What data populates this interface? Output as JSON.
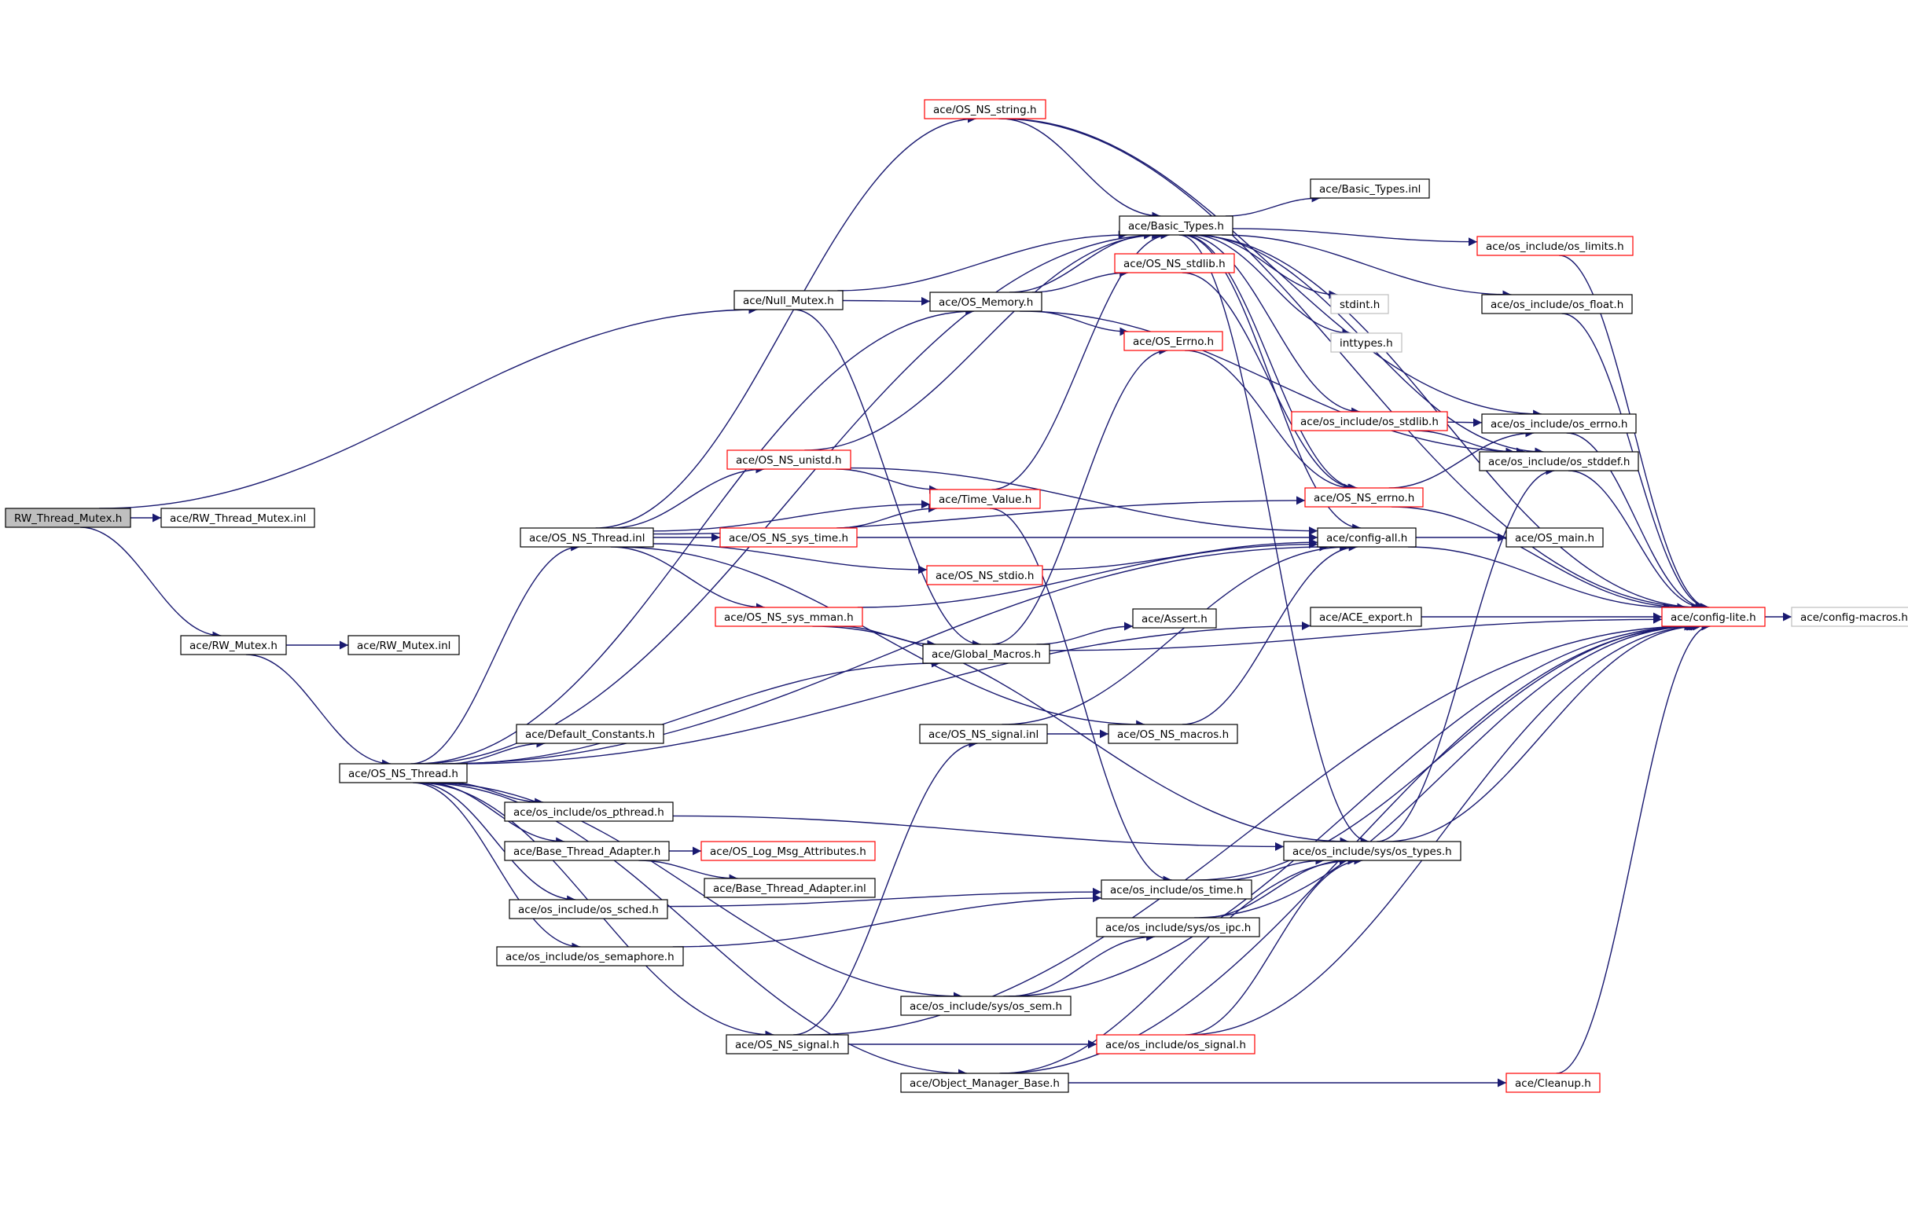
{
  "graph_title": "",
  "colors": {
    "edge": "#191970",
    "border_normal": "#000000",
    "border_truncated": "#ff0000",
    "border_external": "#bfbfbf",
    "root_fill": "#bfbfbf",
    "node_fill": "#ffffff"
  },
  "nodes": [
    {
      "id": "rw_thread_mutex_h",
      "label": "RW_Thread_Mutex.h",
      "style": "root"
    },
    {
      "id": "rw_thread_mutex_inl",
      "label": "ace/RW_Thread_Mutex.inl",
      "style": "normal"
    },
    {
      "id": "rw_mutex_h",
      "label": "ace/RW_Mutex.h",
      "style": "normal"
    },
    {
      "id": "rw_mutex_inl",
      "label": "ace/RW_Mutex.inl",
      "style": "normal"
    },
    {
      "id": "os_ns_thread_h",
      "label": "ace/OS_NS_Thread.h",
      "style": "normal"
    },
    {
      "id": "os_ns_thread_inl",
      "label": "ace/OS_NS_Thread.inl",
      "style": "normal"
    },
    {
      "id": "null_mutex_h",
      "label": "ace/Null_Mutex.h",
      "style": "normal"
    },
    {
      "id": "os_ns_string_h",
      "label": "ace/OS_NS_string.h",
      "style": "truncated"
    },
    {
      "id": "basic_types_h",
      "label": "ace/Basic_Types.h",
      "style": "normal"
    },
    {
      "id": "basic_types_inl",
      "label": "ace/Basic_Types.inl",
      "style": "normal"
    },
    {
      "id": "os_ns_stdlib_h",
      "label": "ace/OS_NS_stdlib.h",
      "style": "truncated"
    },
    {
      "id": "os_memory_h",
      "label": "ace/OS_Memory.h",
      "style": "normal"
    },
    {
      "id": "os_errno_h",
      "label": "ace/OS_Errno.h",
      "style": "truncated"
    },
    {
      "id": "stdint_h",
      "label": "stdint.h",
      "style": "external"
    },
    {
      "id": "inttypes_h",
      "label": "inttypes.h",
      "style": "external"
    },
    {
      "id": "os_limits_h",
      "label": "ace/os_include/os_limits.h",
      "style": "truncated"
    },
    {
      "id": "os_float_h",
      "label": "ace/os_include/os_float.h",
      "style": "normal"
    },
    {
      "id": "os_stdlib_h",
      "label": "ace/os_include/os_stdlib.h",
      "style": "truncated"
    },
    {
      "id": "os_errno_inc_h",
      "label": "ace/os_include/os_errno.h",
      "style": "normal"
    },
    {
      "id": "os_stddef_h",
      "label": "ace/os_include/os_stddef.h",
      "style": "normal"
    },
    {
      "id": "os_ns_errno_h",
      "label": "ace/OS_NS_errno.h",
      "style": "truncated"
    },
    {
      "id": "os_ns_unistd_h",
      "label": "ace/OS_NS_unistd.h",
      "style": "truncated"
    },
    {
      "id": "time_value_h",
      "label": "ace/Time_Value.h",
      "style": "truncated"
    },
    {
      "id": "os_ns_sys_time_h",
      "label": "ace/OS_NS_sys_time.h",
      "style": "truncated"
    },
    {
      "id": "config_all_h",
      "label": "ace/config-all.h",
      "style": "normal"
    },
    {
      "id": "os_main_h",
      "label": "ace/OS_main.h",
      "style": "normal"
    },
    {
      "id": "os_ns_stdio_h",
      "label": "ace/OS_NS_stdio.h",
      "style": "truncated"
    },
    {
      "id": "os_ns_sys_mman_h",
      "label": "ace/OS_NS_sys_mman.h",
      "style": "truncated"
    },
    {
      "id": "assert_h",
      "label": "ace/Assert.h",
      "style": "normal"
    },
    {
      "id": "ace_export_h",
      "label": "ace/ACE_export.h",
      "style": "normal"
    },
    {
      "id": "config_lite_h",
      "label": "ace/config-lite.h",
      "style": "truncated"
    },
    {
      "id": "config_macros_h",
      "label": "ace/config-macros.h",
      "style": "external"
    },
    {
      "id": "global_macros_h",
      "label": "ace/Global_Macros.h",
      "style": "normal"
    },
    {
      "id": "default_constants_h",
      "label": "ace/Default_Constants.h",
      "style": "normal"
    },
    {
      "id": "os_ns_signal_inl",
      "label": "ace/OS_NS_signal.inl",
      "style": "normal"
    },
    {
      "id": "os_ns_macros_h",
      "label": "ace/OS_NS_macros.h",
      "style": "normal"
    },
    {
      "id": "os_pthread_h",
      "label": "ace/os_include/os_pthread.h",
      "style": "normal"
    },
    {
      "id": "sys_os_types_h",
      "label": "ace/os_include/sys/os_types.h",
      "style": "normal"
    },
    {
      "id": "base_thread_adapter_h",
      "label": "ace/Base_Thread_Adapter.h",
      "style": "normal"
    },
    {
      "id": "os_log_msg_attributes_h",
      "label": "ace/OS_Log_Msg_Attributes.h",
      "style": "truncated"
    },
    {
      "id": "base_thread_adapter_inl",
      "label": "ace/Base_Thread_Adapter.inl",
      "style": "normal"
    },
    {
      "id": "os_time_h",
      "label": "ace/os_include/os_time.h",
      "style": "normal"
    },
    {
      "id": "os_sched_h",
      "label": "ace/os_include/os_sched.h",
      "style": "normal"
    },
    {
      "id": "sys_os_ipc_h",
      "label": "ace/os_include/sys/os_ipc.h",
      "style": "normal"
    },
    {
      "id": "os_semaphore_h",
      "label": "ace/os_include/os_semaphore.h",
      "style": "normal"
    },
    {
      "id": "sys_os_sem_h",
      "label": "ace/os_include/sys/os_sem.h",
      "style": "normal"
    },
    {
      "id": "os_ns_signal_h",
      "label": "ace/OS_NS_signal.h",
      "style": "normal"
    },
    {
      "id": "os_signal_h",
      "label": "ace/os_include/os_signal.h",
      "style": "truncated"
    },
    {
      "id": "object_manager_base_h",
      "label": "ace/Object_Manager_Base.h",
      "style": "normal"
    },
    {
      "id": "cleanup_h",
      "label": "ace/Cleanup.h",
      "style": "truncated"
    }
  ],
  "edges": [
    [
      "rw_thread_mutex_h",
      "rw_thread_mutex_inl"
    ],
    [
      "rw_thread_mutex_h",
      "rw_mutex_h"
    ],
    [
      "rw_thread_mutex_h",
      "null_mutex_h"
    ],
    [
      "rw_mutex_h",
      "rw_mutex_inl"
    ],
    [
      "rw_mutex_h",
      "os_ns_thread_h"
    ],
    [
      "os_ns_thread_h",
      "os_ns_thread_inl"
    ],
    [
      "os_ns_thread_h",
      "basic_types_h"
    ],
    [
      "os_ns_thread_h",
      "os_memory_h"
    ],
    [
      "os_ns_thread_h",
      "config_all_h"
    ],
    [
      "os_ns_thread_h",
      "global_macros_h"
    ],
    [
      "os_ns_thread_h",
      "default_constants_h"
    ],
    [
      "os_ns_thread_h",
      "ace_export_h"
    ],
    [
      "os_ns_thread_h",
      "os_pthread_h"
    ],
    [
      "os_ns_thread_h",
      "base_thread_adapter_h"
    ],
    [
      "os_ns_thread_h",
      "os_sched_h"
    ],
    [
      "os_ns_thread_h",
      "os_semaphore_h"
    ],
    [
      "os_ns_thread_h",
      "sys_os_sem_h"
    ],
    [
      "os_ns_thread_h",
      "os_ns_signal_h"
    ],
    [
      "os_ns_thread_h",
      "object_manager_base_h"
    ],
    [
      "os_ns_thread_inl",
      "os_ns_string_h"
    ],
    [
      "os_ns_thread_inl",
      "os_ns_unistd_h"
    ],
    [
      "os_ns_thread_inl",
      "time_value_h"
    ],
    [
      "os_ns_thread_inl",
      "os_ns_sys_time_h"
    ],
    [
      "os_ns_thread_inl",
      "os_ns_stdio_h"
    ],
    [
      "os_ns_thread_inl",
      "os_ns_sys_mman_h"
    ],
    [
      "os_ns_thread_inl",
      "os_ns_macros_h"
    ],
    [
      "os_ns_thread_inl",
      "os_ns_errno_h"
    ],
    [
      "null_mutex_h",
      "os_memory_h"
    ],
    [
      "null_mutex_h",
      "basic_types_h"
    ],
    [
      "null_mutex_h",
      "global_macros_h"
    ],
    [
      "os_ns_string_h",
      "basic_types_h"
    ],
    [
      "os_ns_string_h",
      "config_lite_h"
    ],
    [
      "os_ns_string_h",
      "os_errno_inc_h"
    ],
    [
      "basic_types_h",
      "basic_types_inl"
    ],
    [
      "basic_types_h",
      "os_limits_h"
    ],
    [
      "basic_types_h",
      "os_float_h"
    ],
    [
      "basic_types_h",
      "stdint_h"
    ],
    [
      "basic_types_h",
      "inttypes_h"
    ],
    [
      "basic_types_h",
      "os_stdlib_h"
    ],
    [
      "basic_types_h",
      "os_ns_errno_h"
    ],
    [
      "basic_types_h",
      "os_stddef_h"
    ],
    [
      "basic_types_h",
      "config_all_h"
    ],
    [
      "basic_types_h",
      "sys_os_types_h"
    ],
    [
      "basic_types_h",
      "config_lite_h"
    ],
    [
      "os_memory_h",
      "os_ns_stdlib_h"
    ],
    [
      "os_memory_h",
      "os_errno_h"
    ],
    [
      "os_memory_h",
      "basic_types_h"
    ],
    [
      "os_memory_h",
      "os_stddef_h"
    ],
    [
      "os_ns_stdlib_h",
      "os_ns_errno_h"
    ],
    [
      "os_errno_h",
      "os_ns_errno_h"
    ],
    [
      "os_stdlib_h",
      "os_stddef_h"
    ],
    [
      "os_stdlib_h",
      "os_errno_inc_h"
    ],
    [
      "os_ns_errno_h",
      "os_errno_inc_h"
    ],
    [
      "os_ns_errno_h",
      "config_lite_h"
    ],
    [
      "os_limits_h",
      "config_lite_h"
    ],
    [
      "os_float_h",
      "config_lite_h"
    ],
    [
      "os_errno_inc_h",
      "config_lite_h"
    ],
    [
      "os_stddef_h",
      "config_lite_h"
    ],
    [
      "os_ns_unistd_h",
      "basic_types_h"
    ],
    [
      "os_ns_unistd_h",
      "time_value_h"
    ],
    [
      "os_ns_unistd_h",
      "config_all_h"
    ],
    [
      "time_value_h",
      "basic_types_h"
    ],
    [
      "time_value_h",
      "os_time_h"
    ],
    [
      "os_ns_sys_time_h",
      "time_value_h"
    ],
    [
      "os_ns_sys_time_h",
      "config_all_h"
    ],
    [
      "os_ns_stdio_h",
      "config_all_h"
    ],
    [
      "os_ns_sys_mman_h",
      "config_all_h"
    ],
    [
      "os_ns_sys_mman_h",
      "global_macros_h"
    ],
    [
      "os_ns_sys_mman_h",
      "sys_os_types_h"
    ],
    [
      "config_all_h",
      "os_main_h"
    ],
    [
      "config_all_h",
      "config_lite_h"
    ],
    [
      "ace_export_h",
      "config_lite_h"
    ],
    [
      "config_lite_h",
      "config_macros_h"
    ],
    [
      "global_macros_h",
      "assert_h"
    ],
    [
      "global_macros_h",
      "os_errno_h"
    ],
    [
      "global_macros_h",
      "config_lite_h"
    ],
    [
      "os_ns_signal_inl",
      "os_ns_macros_h"
    ],
    [
      "os_ns_signal_inl",
      "config_all_h"
    ],
    [
      "os_ns_macros_h",
      "config_all_h"
    ],
    [
      "os_pthread_h",
      "sys_os_types_h"
    ],
    [
      "base_thread_adapter_h",
      "os_log_msg_attributes_h"
    ],
    [
      "base_thread_adapter_h",
      "base_thread_adapter_inl"
    ],
    [
      "os_sched_h",
      "os_time_h"
    ],
    [
      "os_semaphore_h",
      "os_time_h"
    ],
    [
      "os_time_h",
      "sys_os_types_h"
    ],
    [
      "os_time_h",
      "config_lite_h"
    ],
    [
      "sys_os_types_h",
      "os_stddef_h"
    ],
    [
      "sys_os_types_h",
      "config_lite_h"
    ],
    [
      "sys_os_ipc_h",
      "sys_os_types_h"
    ],
    [
      "sys_os_ipc_h",
      "config_lite_h"
    ],
    [
      "sys_os_sem_h",
      "sys_os_ipc_h"
    ],
    [
      "sys_os_sem_h",
      "config_lite_h"
    ],
    [
      "os_ns_signal_h",
      "os_ns_signal_inl"
    ],
    [
      "os_ns_signal_h",
      "os_signal_h"
    ],
    [
      "os_ns_signal_h",
      "config_lite_h"
    ],
    [
      "os_signal_h",
      "sys_os_types_h"
    ],
    [
      "os_signal_h",
      "config_lite_h"
    ],
    [
      "object_manager_base_h",
      "cleanup_h"
    ],
    [
      "object_manager_base_h",
      "sys_os_types_h"
    ],
    [
      "object_manager_base_h",
      "config_lite_h"
    ],
    [
      "cleanup_h",
      "config_lite_h"
    ]
  ]
}
